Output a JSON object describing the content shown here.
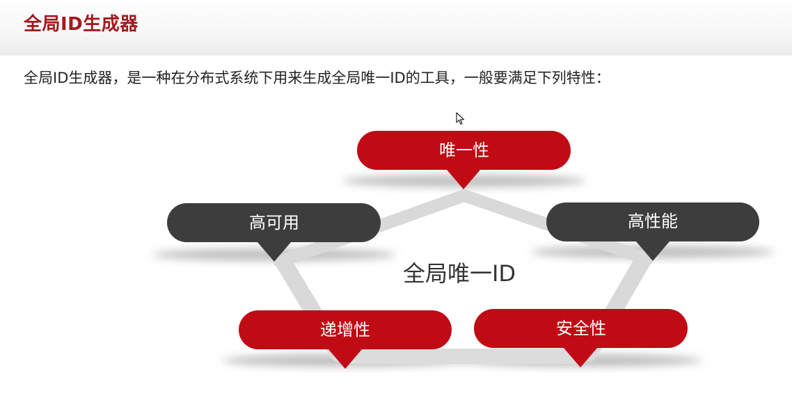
{
  "slide": {
    "title": "全局ID生成器",
    "intro": "全局ID生成器，是一种在分布式系统下用来生成全局唯一ID的工具，一般要满足下列特性：",
    "center_label": "全局唯一ID",
    "features": [
      {
        "label": "唯一性",
        "color": "#c00a14"
      },
      {
        "label": "高可用",
        "color": "#3d3d3d"
      },
      {
        "label": "高性能",
        "color": "#3d3d3d"
      },
      {
        "label": "递增性",
        "color": "#c00a14"
      },
      {
        "label": "安全性",
        "color": "#c00a14"
      }
    ]
  },
  "colors": {
    "title": "#a31a1e",
    "red_node": "#c00a14",
    "dark_node": "#3d3d3d",
    "connector": "#dcdcdc"
  }
}
